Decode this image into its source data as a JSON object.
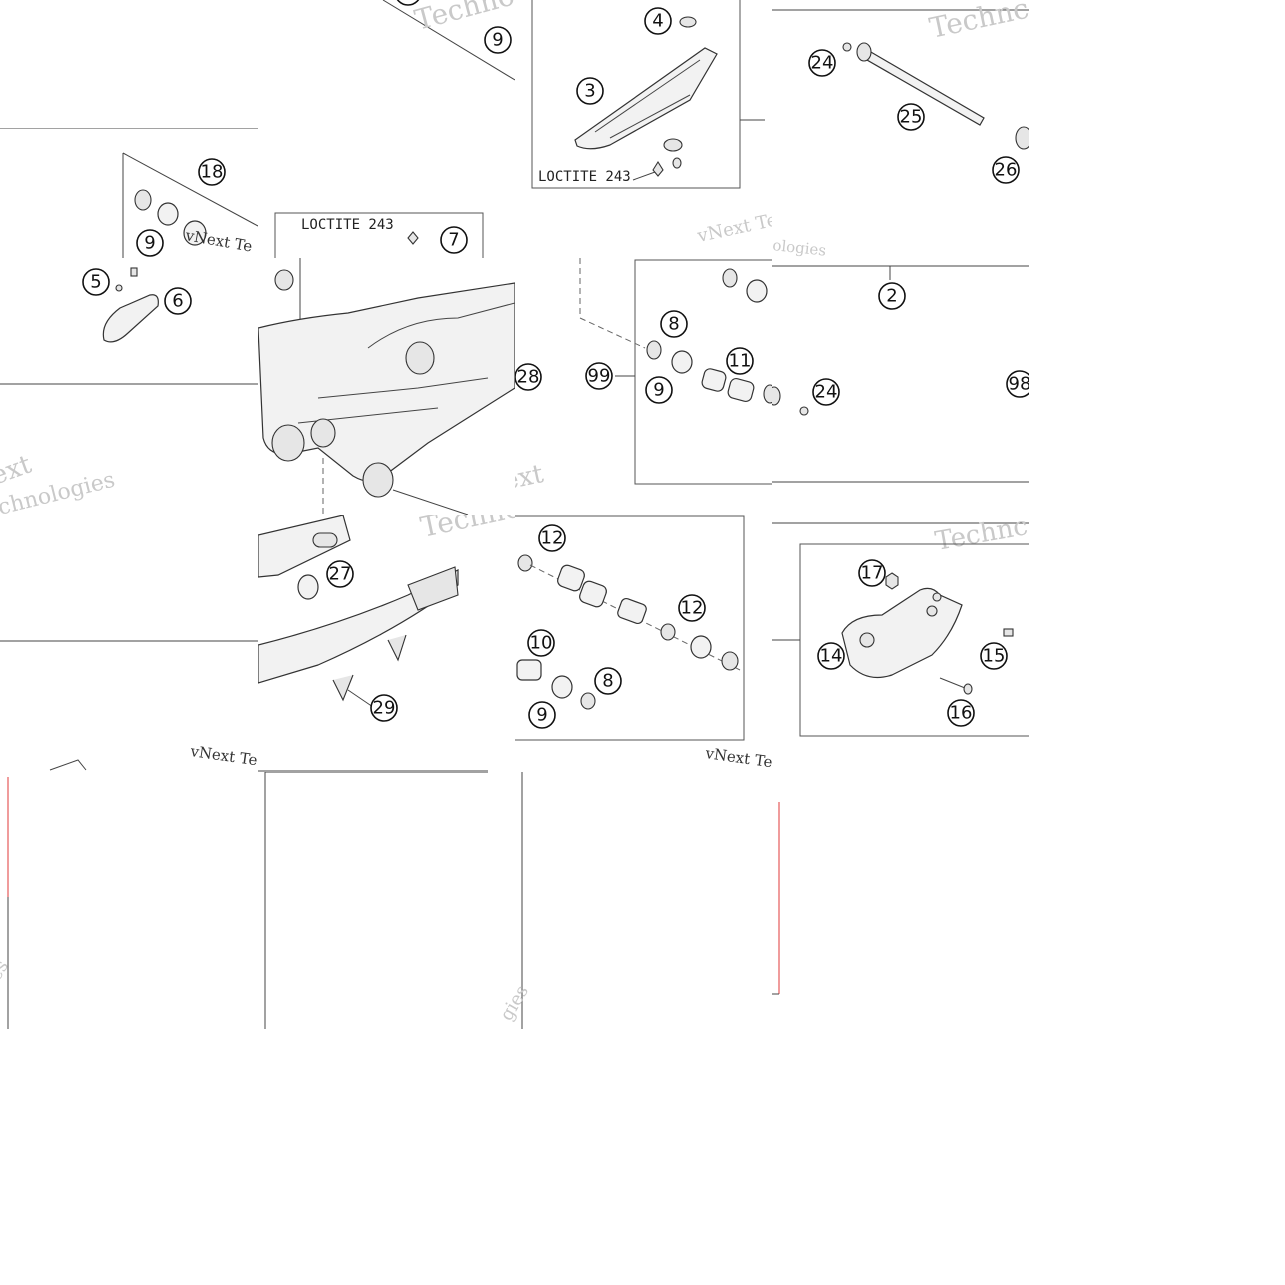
{
  "diagram": {
    "callouts": {
      "c2": "2",
      "c3": "3",
      "c4": "4",
      "c5": "5",
      "c6": "6",
      "c7": "7",
      "c8a": "8",
      "c8b": "8",
      "c9a": "9",
      "c9b": "9",
      "c9c": "9",
      "c9d": "9",
      "c10": "10",
      "c11": "11",
      "c12a": "12",
      "c12b": "12",
      "c14": "14",
      "c15": "15",
      "c16": "16",
      "c17": "17",
      "c18": "18",
      "c24a": "24",
      "c24b": "24",
      "c25": "25",
      "c26": "26",
      "c27": "27",
      "c28": "28",
      "c29": "29",
      "c98": "98",
      "c99": "99"
    },
    "labels": {
      "loctite_a": "LOCTITE 243",
      "loctite_b": "LOCTITE 243"
    },
    "watermark": {
      "brand": "vNext Technologies",
      "brand_short": "vNext Te",
      "fragment_techno": "Technologies",
      "fragment_technc": "Technc",
      "fragment_ext": "ext",
      "fragment_hnologies": "chnologies",
      "fragment_ologies": "ologies",
      "fragment_gies": "gies"
    }
  }
}
